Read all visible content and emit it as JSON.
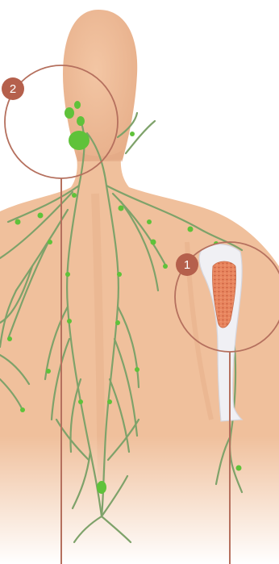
{
  "callouts": [
    {
      "number": "1",
      "subject": "bone-marrow"
    },
    {
      "number": "2",
      "subject": "lymph-nodes"
    }
  ],
  "colors": {
    "skin": "#f0c09c",
    "skin_shadow": "#e3a985",
    "lymph_vessel": "#7ea26a",
    "lymph_node": "#5fc23a",
    "callout_ring": "#b5705e",
    "callout_badge": "#b5604c",
    "bone": "#f0f0f4",
    "marrow": "#e8855e"
  }
}
